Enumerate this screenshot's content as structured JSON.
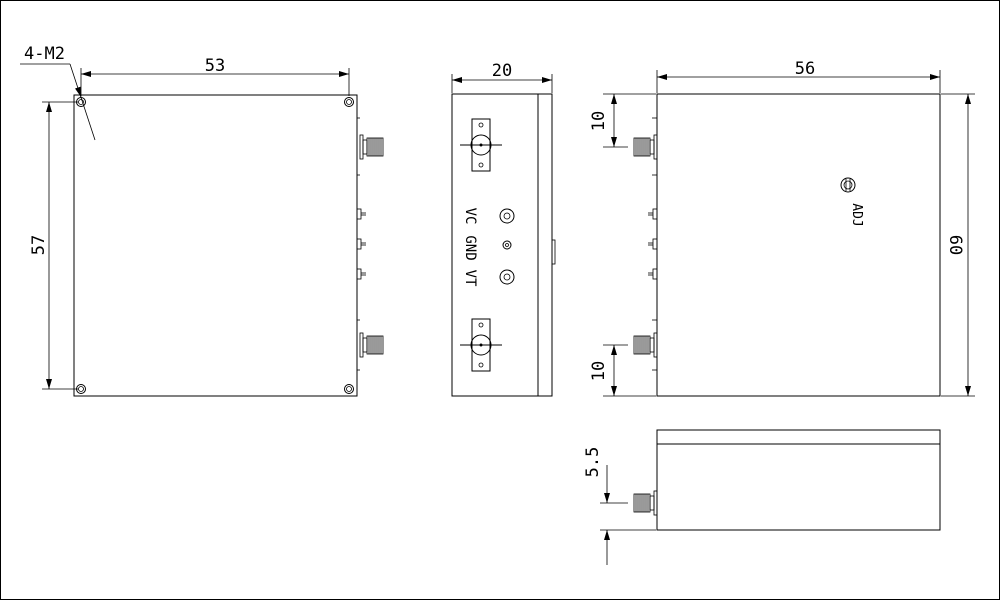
{
  "front_view": {
    "hole_callout": "4-M2",
    "width_dim": "53",
    "height_dim": "57"
  },
  "side_view": {
    "width_dim": "20",
    "labels": {
      "vc": "VC",
      "gnd": "GND",
      "vt": "VT"
    }
  },
  "back_view": {
    "width_dim": "56",
    "height_dim": "60",
    "top_offset_dim": "10",
    "bottom_offset_dim": "10",
    "adjust_label": "ADJ"
  },
  "bottom_view": {
    "connector_height_dim": "5.5"
  }
}
